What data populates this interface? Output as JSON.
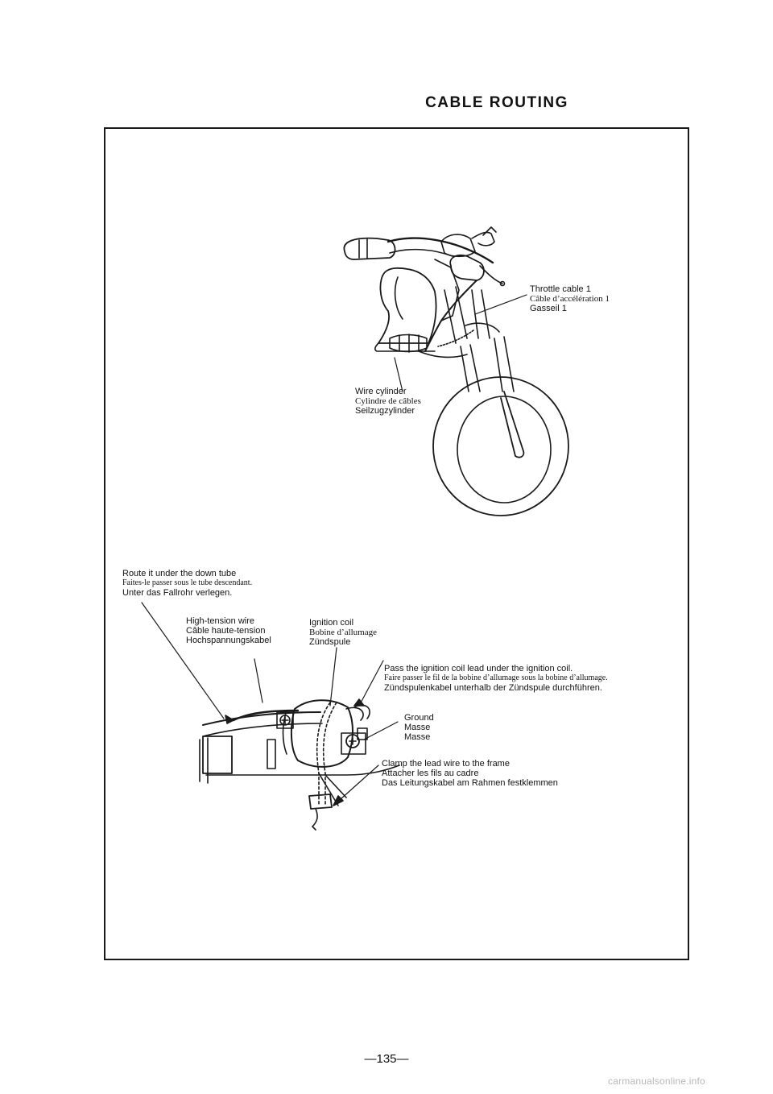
{
  "page": {
    "title": "CABLE ROUTING",
    "page_number": "—135—",
    "watermark": "carmanualsonline.info"
  },
  "labels": {
    "throttle": [
      "Throttle cable 1",
      "Câble d’accélération 1",
      "Gasseil 1"
    ],
    "wire_cylinder": [
      "Wire cylinder",
      "Cylindre de câbles",
      "Seilzugzylinder"
    ],
    "route": [
      "Route it under the down tube",
      "Faites-le passer sous le tube descendant.",
      "Unter das Fallrohr verlegen."
    ],
    "high_tension": [
      "High-tension wire",
      "Câble haute-tension",
      "Hochspannungskabel"
    ],
    "ignition_coil": [
      "Ignition coil",
      "Bobine d’allumage",
      "Zündspule"
    ],
    "pass_lead": [
      "Pass the ignition coil lead under the ignition coil.",
      "Faire passer le fil de la bobine d’allumage sous la bobine d’allumage.",
      "Zündspulenkabel unterhalb der Zündspule durchführen."
    ],
    "ground": [
      "Ground",
      "Masse",
      "Masse"
    ],
    "clamp": [
      "Clamp the lead wire to the frame",
      "Attacher les fils au cadre",
      "Das Leitungskabel am Rahmen festklemmen"
    ]
  }
}
